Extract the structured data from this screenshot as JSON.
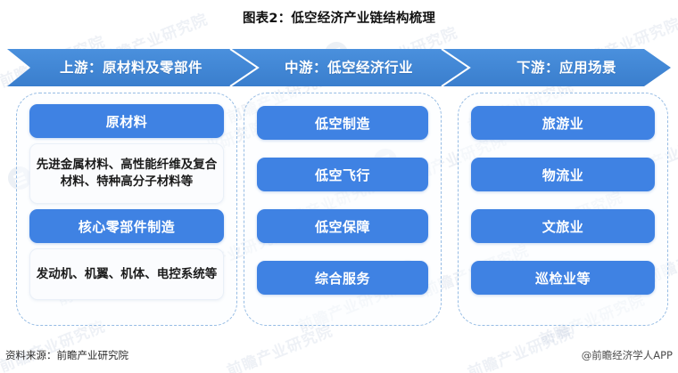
{
  "title": "图表2：低空经济产业链结构梳理",
  "colors": {
    "band_blue": "#3f86d8",
    "band_blue_dark": "#3579cc",
    "box_blue": "#3f82e3",
    "dashed_border": "#96bce4",
    "white_box": "#fbfcfe",
    "title_text": "#111111"
  },
  "band": {
    "segments": [
      {
        "label": "上游：原材料及零部件"
      },
      {
        "label": "中游：低空经济行业"
      },
      {
        "label": "下游：应用场景"
      }
    ]
  },
  "columns": [
    {
      "name": "upstream",
      "cells": [
        {
          "style": "blue",
          "text": "原材料"
        },
        {
          "style": "white",
          "text": "先进金属材料、高性能纤维及复合材料、特种高分子材料等"
        },
        {
          "style": "blue",
          "text": "核心零部件制造"
        },
        {
          "style": "white",
          "text": "发动机、机翼、机体、电控系统等"
        }
      ]
    },
    {
      "name": "midstream",
      "cells": [
        {
          "style": "blue",
          "text": "低空制造"
        },
        {
          "style": "blue",
          "text": "低空飞行"
        },
        {
          "style": "blue",
          "text": "低空保障"
        },
        {
          "style": "blue",
          "text": "综合服务"
        }
      ]
    },
    {
      "name": "downstream",
      "cells": [
        {
          "style": "blue",
          "text": "旅游业"
        },
        {
          "style": "blue",
          "text": "物流业"
        },
        {
          "style": "blue",
          "text": "文旅业"
        },
        {
          "style": "blue",
          "text": "巡检业等"
        }
      ]
    }
  ],
  "footer": {
    "source": "资料来源：前瞻产业研究院",
    "attribution": "@前瞻经济学人APP"
  },
  "watermarks": {
    "text": "前瞻产业研究院"
  }
}
